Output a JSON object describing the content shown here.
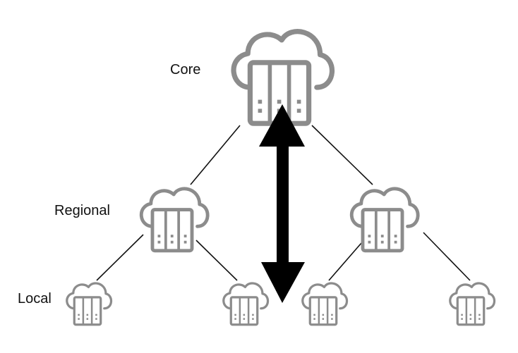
{
  "tiers": {
    "core_label": "Core",
    "regional_label": "Regional",
    "local_label": "Local"
  },
  "nodes": [
    {
      "id": "core",
      "tier": "core",
      "icon": "cloud-server-icon"
    },
    {
      "id": "regional-left",
      "tier": "regional",
      "icon": "cloud-server-icon"
    },
    {
      "id": "regional-right",
      "tier": "regional",
      "icon": "cloud-server-icon"
    },
    {
      "id": "local-1",
      "tier": "local",
      "icon": "cloud-server-icon"
    },
    {
      "id": "local-2",
      "tier": "local",
      "icon": "cloud-server-icon"
    },
    {
      "id": "local-3",
      "tier": "local",
      "icon": "cloud-server-icon"
    },
    {
      "id": "local-4",
      "tier": "local",
      "icon": "cloud-server-icon"
    }
  ],
  "edges": [
    {
      "from": "core",
      "to": "regional-left"
    },
    {
      "from": "core",
      "to": "regional-right"
    },
    {
      "from": "regional-left",
      "to": "local-1"
    },
    {
      "from": "regional-left",
      "to": "local-2"
    },
    {
      "from": "regional-right",
      "to": "local-3"
    },
    {
      "from": "regional-right",
      "to": "local-4"
    }
  ],
  "arrow": {
    "type": "double-headed",
    "direction": "vertical",
    "between": [
      "core",
      "local"
    ]
  },
  "colors": {
    "icon_stroke": "#8c8c8c",
    "line": "#111111",
    "arrow": "#000000",
    "label": "#111111"
  }
}
